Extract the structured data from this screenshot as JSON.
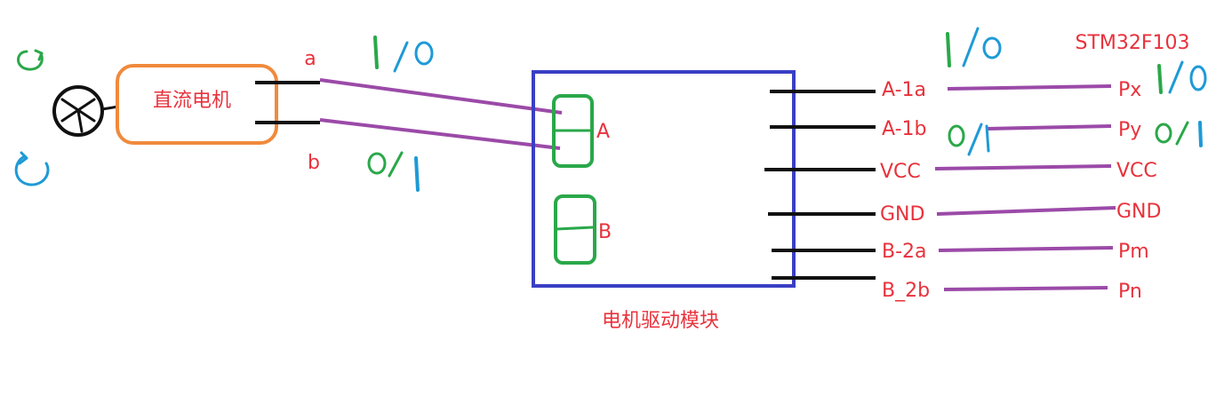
{
  "colors": {
    "label_red": "#e8323c",
    "wire_purple": "#9b4aa8",
    "module_blue": "#3a3fc4",
    "motor_orange": "#f08a3c",
    "note_green": "#2aa84a",
    "note_blue": "#1e9ad6",
    "pin_black": "#111111"
  },
  "motor": {
    "label": "直流电机",
    "terminal_a": "a",
    "terminal_b": "b",
    "icons": [
      "fan-icon",
      "rotate-cw-icon",
      "rotate-ccw-icon"
    ]
  },
  "module": {
    "title": "电机驱动模块",
    "port_a": "A",
    "port_b": "B"
  },
  "mcu": {
    "title": "STM32F103"
  },
  "module_pins": [
    "A-1a",
    "A-1b",
    "VCC",
    "GND",
    "B-2a",
    "B_2b"
  ],
  "mcu_pins": [
    "Px",
    "Py",
    "VCC",
    "GND",
    "Pm",
    "Pn"
  ]
}
